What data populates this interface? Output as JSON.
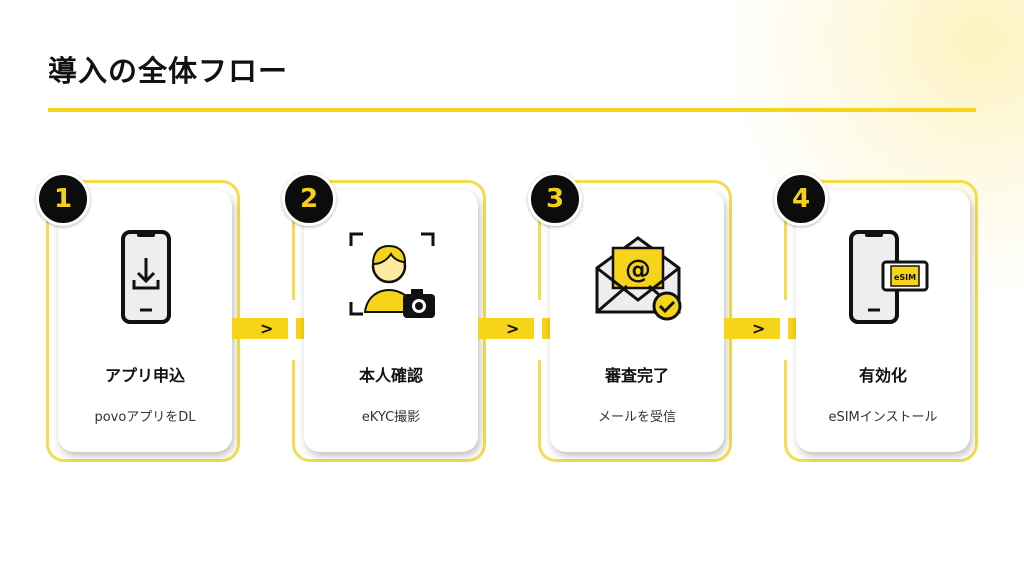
{
  "title": "導入の全体フロー",
  "steps": [
    {
      "number": "1",
      "label": "アプリ申込",
      "sub": "povoアプリをDL",
      "icon": "phone-download-icon"
    },
    {
      "number": "2",
      "label": "本人確認",
      "sub": "eKYC撮影",
      "icon": "face-camera-icon"
    },
    {
      "number": "3",
      "label": "審査完了",
      "sub": "メールを受信",
      "icon": "mail-check-icon"
    },
    {
      "number": "4",
      "label": "有効化",
      "sub": "eSIMインストール",
      "icon": "phone-esim-icon",
      "esim_text": "eSIM"
    }
  ],
  "arrow": ">",
  "colors": {
    "accent": "#f5d41a",
    "dark": "#0c0c0c"
  }
}
